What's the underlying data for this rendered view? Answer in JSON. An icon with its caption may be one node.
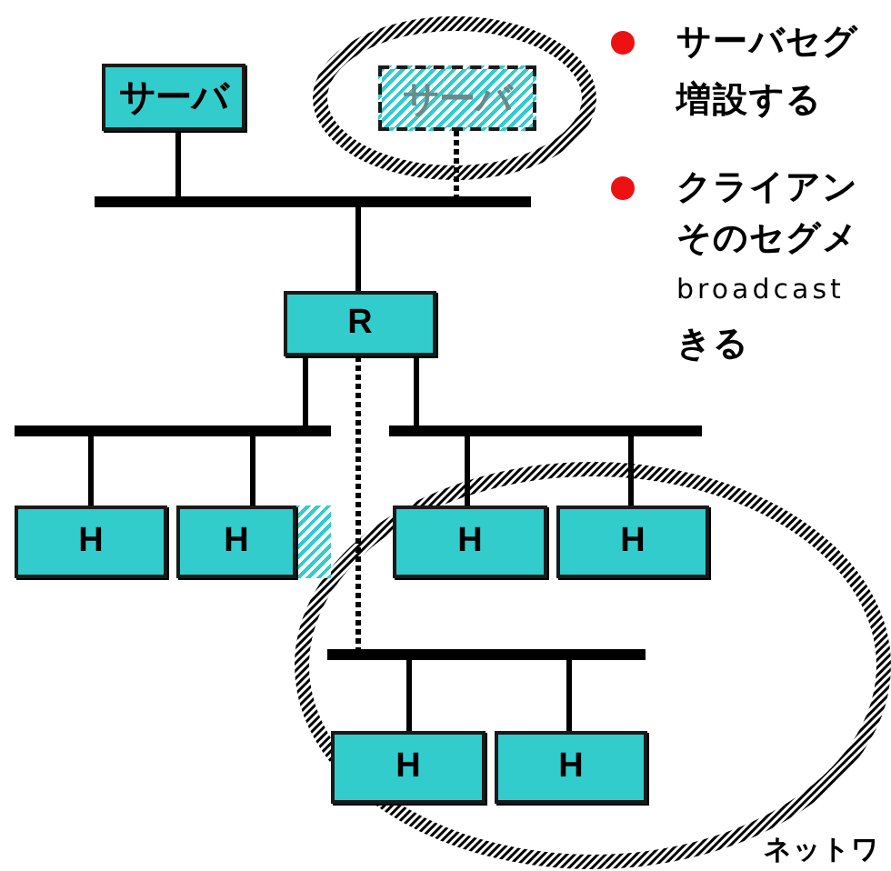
{
  "diagram": {
    "nodes": [
      {
        "text": [
          "サーバ"
        ]
      },
      {
        "text": [
          "サーバ"
        ]
      },
      {
        "text": [],
        "shape": "bar"
      },
      {
        "text": [
          "R"
        ]
      },
      {
        "text": [],
        "shape": "bar"
      },
      {
        "text": [],
        "shape": "bar"
      },
      {
        "text": [
          "H"
        ]
      },
      {
        "text": [
          "H"
        ]
      },
      {
        "text": [
          "H"
        ]
      },
      {
        "text": [
          "H"
        ]
      },
      {
        "text": [],
        "shape": "bar"
      },
      {
        "text": [
          "H"
        ]
      },
      {
        "text": [
          "H"
        ]
      }
    ],
    "edges": [
      {
        "from": 0,
        "to": 2,
        "arrow": "none"
      },
      {
        "from": 1,
        "to": 2,
        "arrow": "none",
        "style": "dashed"
      },
      {
        "from": 2,
        "to": 3,
        "arrow": "none"
      },
      {
        "from": 3,
        "to": 4,
        "arrow": "none"
      },
      {
        "from": 3,
        "to": 5,
        "arrow": "none"
      },
      {
        "from": 3,
        "to": 10,
        "arrow": "none",
        "style": "dashed"
      },
      {
        "from": 4,
        "to": 6,
        "arrow": "none"
      },
      {
        "from": 4,
        "to": 7,
        "arrow": "none"
      },
      {
        "from": 5,
        "to": 8,
        "arrow": "none"
      },
      {
        "from": 5,
        "to": 9,
        "arrow": "none"
      },
      {
        "from": 10,
        "to": 11,
        "arrow": "none"
      },
      {
        "from": 10,
        "to": 12,
        "arrow": "none"
      }
    ],
    "labels": [
      "サーバセグ",
      "増設する",
      "クライアン",
      "そのセグメ",
      "broadcast",
      "きる",
      "ネットワ"
    ]
  }
}
